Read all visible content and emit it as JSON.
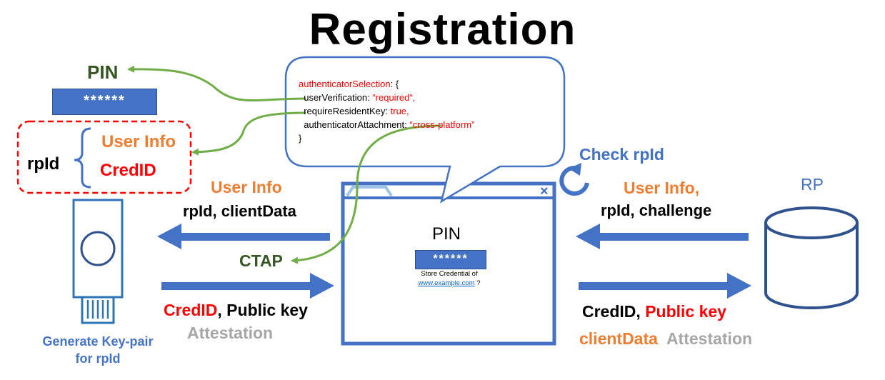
{
  "title": "Registration",
  "left": {
    "pin_label": "PIN",
    "pin_mask": "******",
    "rpid_label": "rpId",
    "user_info": "User Info",
    "cred_id": "CredID"
  },
  "bubble": {
    "line1_key": "authenticatorSelection",
    "line1_rest": ": {",
    "line2_key": "  userVerification: ",
    "line2_val": "“required“,",
    "line3_key": "  requireResidentKey: ",
    "line3_val": "true,",
    "line4_key": "  authenticatorAttachment: ",
    "line4_val": "“cross-platform”",
    "line5": "}"
  },
  "mid_left": {
    "user_info": "User Info",
    "rpid_clientdata": "rpId, clientData",
    "ctap": "CTAP",
    "credid": "CredID",
    "public_key_sep": ", Public key",
    "attestation": "Attestation"
  },
  "authenticator": {
    "caption_line1": "Generate Key-pair",
    "caption_line2": "for rpId"
  },
  "browser": {
    "close_glyph": "×",
    "pin_label": "PIN",
    "pin_mask": "******",
    "store_text": "Store Credential of",
    "link_text": "www.example.com",
    "link_suffix": " ?"
  },
  "right": {
    "check_rpid": "Check rpId",
    "rp_label": "RP",
    "user_info": "User Info",
    "user_info_comma": ",",
    "rpid_challenge": "rpId, challenge",
    "credid": "CredID",
    "credid_comma": ", ",
    "public_key": "Public key",
    "clientdata": "clientData",
    "attestation": "Attestation"
  },
  "colors": {
    "blue": "#4472c4",
    "orange": "#ed7d31",
    "red": "#ff0000",
    "green": "#70ad47",
    "dark_green": "#375623",
    "gray": "#a6a6a6"
  }
}
